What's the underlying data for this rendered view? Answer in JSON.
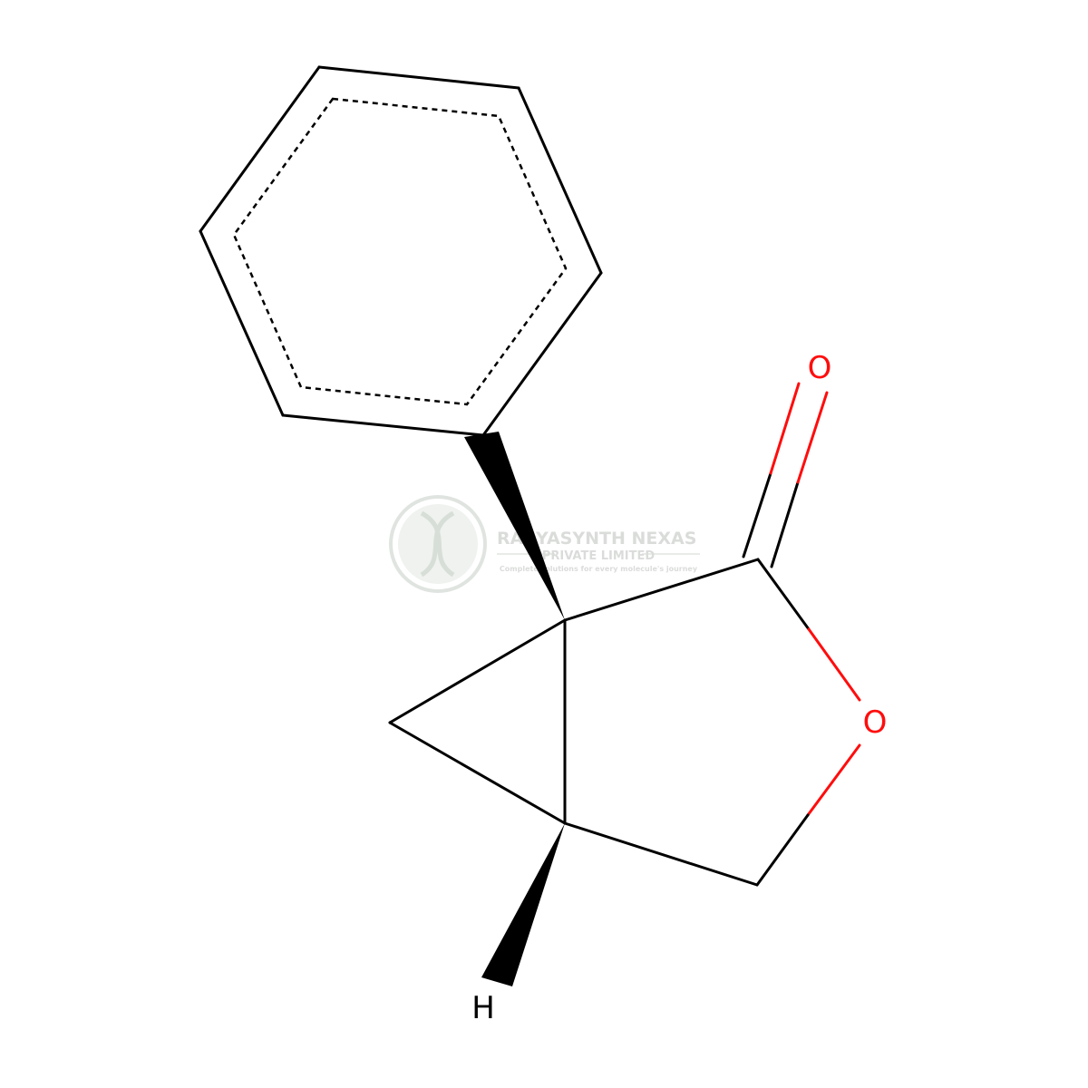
{
  "molecule": {
    "atoms": {
      "oxygen_carbonyl": "O",
      "oxygen_ring": "O",
      "hydrogen": "H"
    },
    "colors": {
      "bond": "#000000",
      "oxygen": "#ff0d0d",
      "hydrogen": "#000000"
    }
  },
  "watermark": {
    "company": "RASYASYNTH NEXAS",
    "subtitle": "PRIVATE LIMITED",
    "tagline": "Complete solutions for every molecule's journey",
    "color": "#d6d9d6"
  }
}
